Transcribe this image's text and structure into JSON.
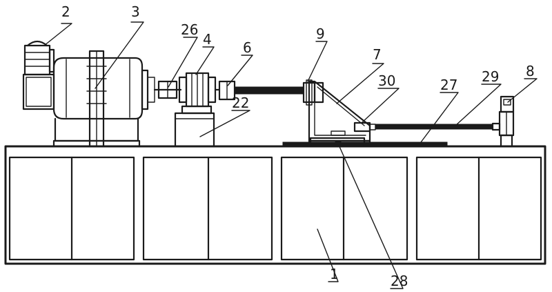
{
  "diagram": {
    "labels": [
      {
        "id": "label-1",
        "text": "1"
      },
      {
        "id": "label-2",
        "text": "2"
      },
      {
        "id": "label-3",
        "text": "3"
      },
      {
        "id": "label-4",
        "text": "4"
      },
      {
        "id": "label-6",
        "text": "6"
      },
      {
        "id": "label-7",
        "text": "7"
      },
      {
        "id": "label-8",
        "text": "8"
      },
      {
        "id": "label-9",
        "text": "9"
      },
      {
        "id": "label-22",
        "text": "22"
      },
      {
        "id": "label-26",
        "text": "26"
      },
      {
        "id": "label-27",
        "text": "27"
      },
      {
        "id": "label-28",
        "text": "28"
      },
      {
        "id": "label-29",
        "text": "29"
      },
      {
        "id": "label-30",
        "text": "30"
      }
    ]
  }
}
